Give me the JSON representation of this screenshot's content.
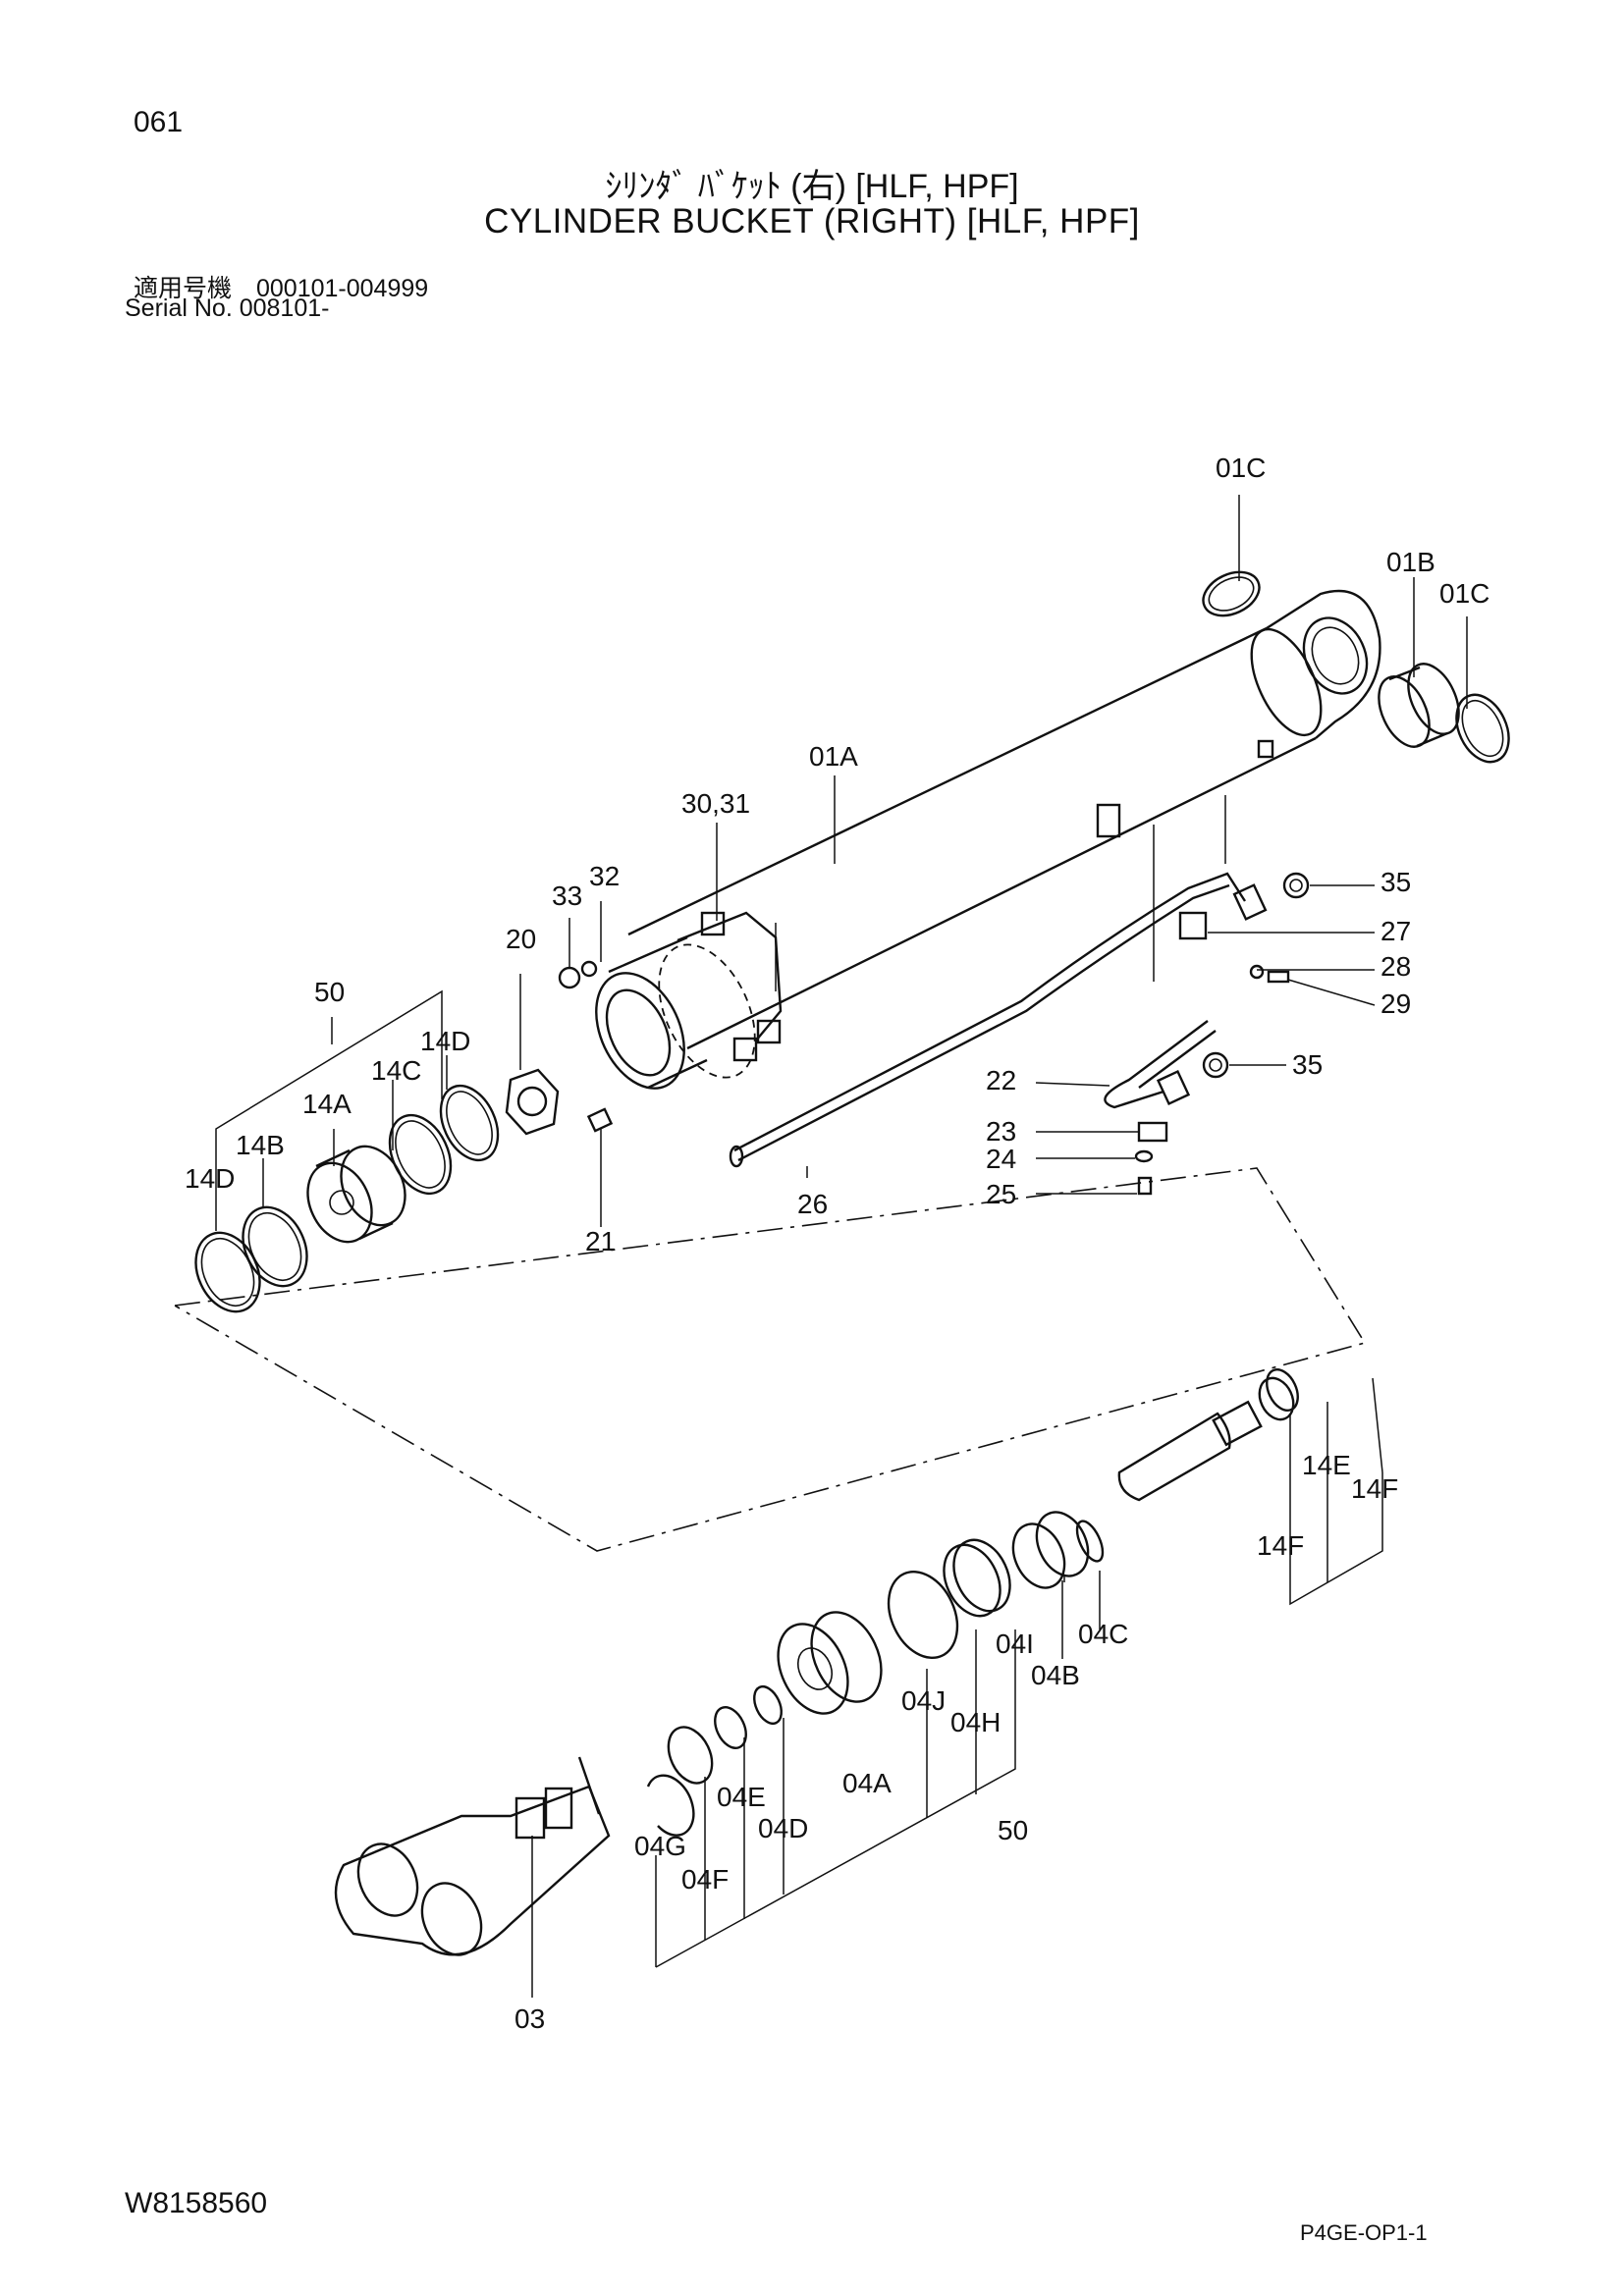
{
  "page": {
    "number": "061",
    "title_jp": "ｼﾘﾝﾀﾞ ﾊﾞｹｯﾄ (右) [HLF, HPF]",
    "title_en": "CYLINDER BUCKET (RIGHT) [HLF, HPF]",
    "serial_jp": "適用号機　000101-004999",
    "serial_en": "Serial  No.  008101-",
    "doc_code": "W8158560",
    "sheet_code": "P4GE-OP1-1"
  },
  "callouts": {
    "c01C_top": "01C",
    "c01B": "01B",
    "c01C_side": "01C",
    "c01A": "01A",
    "c30_31": "30,31",
    "c33": "33",
    "c32": "32",
    "c20": "20",
    "c21": "21",
    "c35_a": "35",
    "c27": "27",
    "c28": "28",
    "c29": "29",
    "c35_b": "35",
    "c22": "22",
    "c23": "23",
    "c24": "24",
    "c25": "25",
    "c26": "26",
    "c50_top": "50",
    "c14D_a": "14D",
    "c14C": "14C",
    "c14A": "14A",
    "c14B": "14B",
    "c14D_b": "14D",
    "c14E": "14E",
    "c14F_a": "14F",
    "c14F_b": "14F",
    "c04C": "04C",
    "c04I": "04I",
    "c04B": "04B",
    "c04J": "04J",
    "c04H": "04H",
    "c04A": "04A",
    "c04E": "04E",
    "c04D": "04D",
    "c04G": "04G",
    "c04F": "04F",
    "c50_bottom": "50",
    "c03": "03"
  }
}
